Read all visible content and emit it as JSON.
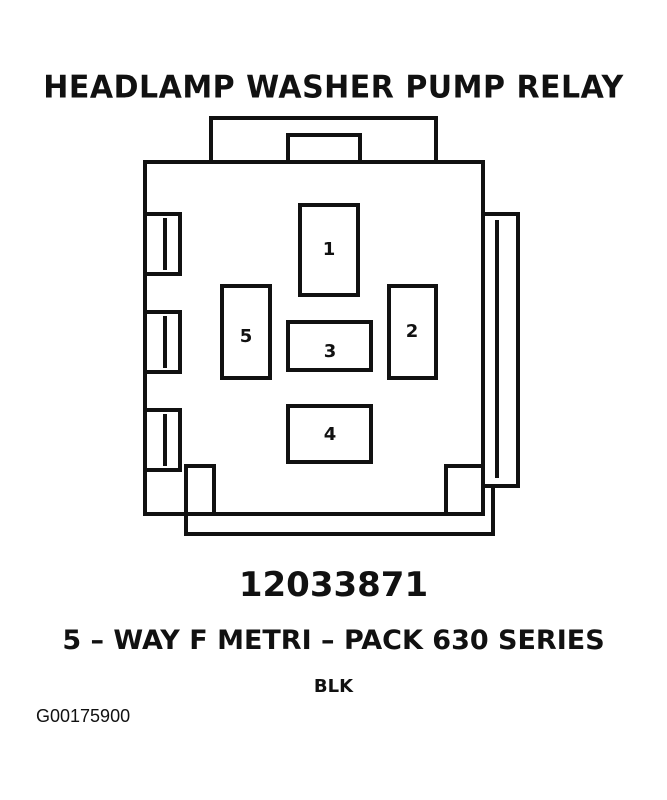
{
  "title": "HEADLAMP WASHER PUMP RELAY",
  "pins": [
    {
      "id": "pin-1",
      "label": "1"
    },
    {
      "id": "pin-2",
      "label": "2"
    },
    {
      "id": "pin-3",
      "label": "3"
    },
    {
      "id": "pin-4",
      "label": "4"
    },
    {
      "id": "pin-5",
      "label": "5"
    }
  ],
  "part_number": "12033871",
  "connector_description": "5 – WAY F METRI – PACK 630 SERIES",
  "connector_color": "BLK",
  "figure_id": "G00175900"
}
